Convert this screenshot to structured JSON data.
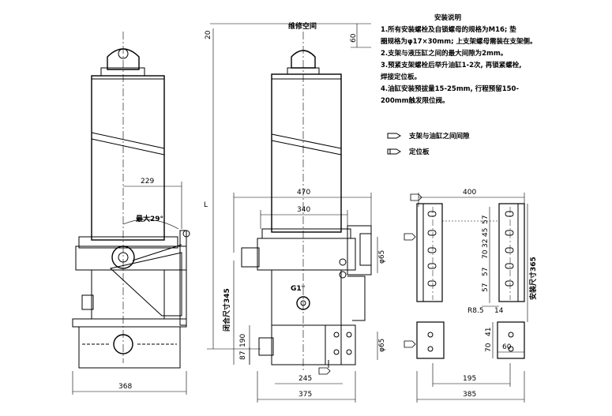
{
  "notes": {
    "title": "安装说明",
    "lines": [
      "1.所有安装螺栓及自锁螺母的规格为M16; 垫",
      "   圈规格为φ17×30mm; 上支架螺母需装在支架侧。",
      "2.支架与液压缸之间的最大间隙为2mm。",
      "3.预紧支架螺栓后举升油缸1-2次, 再锁紧螺栓,",
      "   焊接定位板。",
      "4.油缸安装预拔量15-25mm, 行程预留150-",
      "   200mm触发限位阀。"
    ]
  },
  "legend": {
    "item1": "支架与油缸之间间隙",
    "item2": "定位板"
  },
  "labels": {
    "service_space": "维修空间",
    "dim_20": "20",
    "dim_60": "60",
    "dim_L": "L",
    "dim_229": "229",
    "max_angle": "最大29°",
    "dim_368": "368",
    "dim_470": "470",
    "dim_340": "340",
    "dim_phi65_upper": "φ65",
    "dim_phi65_lower": "φ65",
    "g1": "G1\"",
    "closed_size": "闭合尺寸345",
    "dim_190": "190",
    "dim_87": "87",
    "dim_245": "245",
    "dim_375": "375",
    "dim_400": "400",
    "dim_57a": "57",
    "dim_45": "45",
    "dim_32": "32",
    "dim_70a": "70",
    "dim_57b": "57",
    "dim_57c": "57",
    "bracket_size": "安装尺寸365",
    "r85": "R8.5",
    "dim_14": "14",
    "dim_41": "41",
    "dim_70b": "70",
    "dim_60b": "60",
    "dim_195": "195",
    "dim_385": "385"
  }
}
